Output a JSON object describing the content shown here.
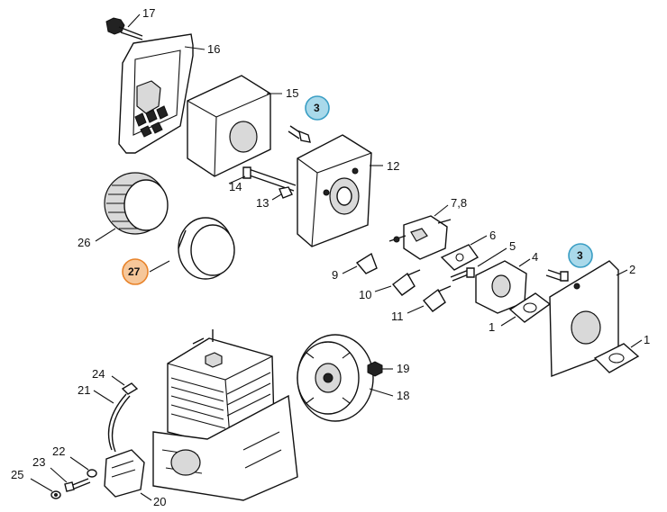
{
  "labels": {
    "p1a": "1",
    "p1b": "1",
    "p2": "2",
    "p3a": "3",
    "p3b": "3",
    "p6": "6",
    "p5": "5",
    "p4": "4",
    "p78": "7,8",
    "p9": "9",
    "p10": "10",
    "p11": "11",
    "p12": "12",
    "p13": "13",
    "p14": "14",
    "p15": "15",
    "p16": "16",
    "p17": "17",
    "p18": "18",
    "p19": "19",
    "p20": "20",
    "p21": "21",
    "p22": "22",
    "p23": "23",
    "p24": "24",
    "p25": "25",
    "p26": "26",
    "p27": "27"
  },
  "highlight_colors": {
    "blue_fill": "#a9d9ea",
    "blue_stroke": "#3a9ec4",
    "orange_fill": "#f6c79a",
    "orange_stroke": "#e8832a"
  }
}
